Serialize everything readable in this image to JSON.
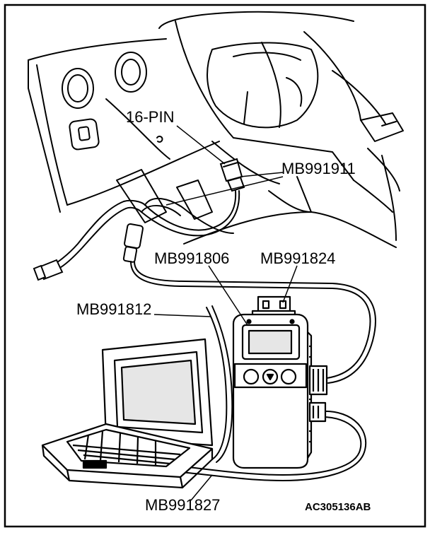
{
  "labels": {
    "pin": "16-PIN",
    "mb991911": "MB991911",
    "mb991806": "MB991806",
    "mb991824": "MB991824",
    "mb991812": "MB991812",
    "mb991827": "MB991827"
  },
  "figure_id": "AC305136AB",
  "colors": {
    "ink": "#000000",
    "paper": "#ffffff",
    "shade": "#d9d9d9"
  }
}
